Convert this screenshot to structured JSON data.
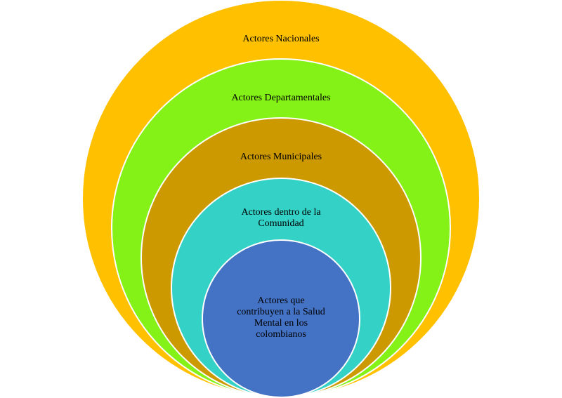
{
  "diagram": {
    "type": "nested-circles",
    "rings": [
      {
        "label": "Actores Nacionales",
        "color": "#FFC000"
      },
      {
        "label": "Actores Departamentales",
        "color": "#84F216"
      },
      {
        "label": "Actores Municipales",
        "color": "#CC9900"
      },
      {
        "label_lines": [
          "Actores dentro de la",
          "Comunidad"
        ],
        "color": "#33D1C6"
      },
      {
        "label_lines": [
          "Actores que",
          "contribuyen a la Salud",
          "Mental en los",
          "colombianos"
        ],
        "color": "#4472C4"
      }
    ],
    "stroke_color": "#FFFFFF"
  }
}
